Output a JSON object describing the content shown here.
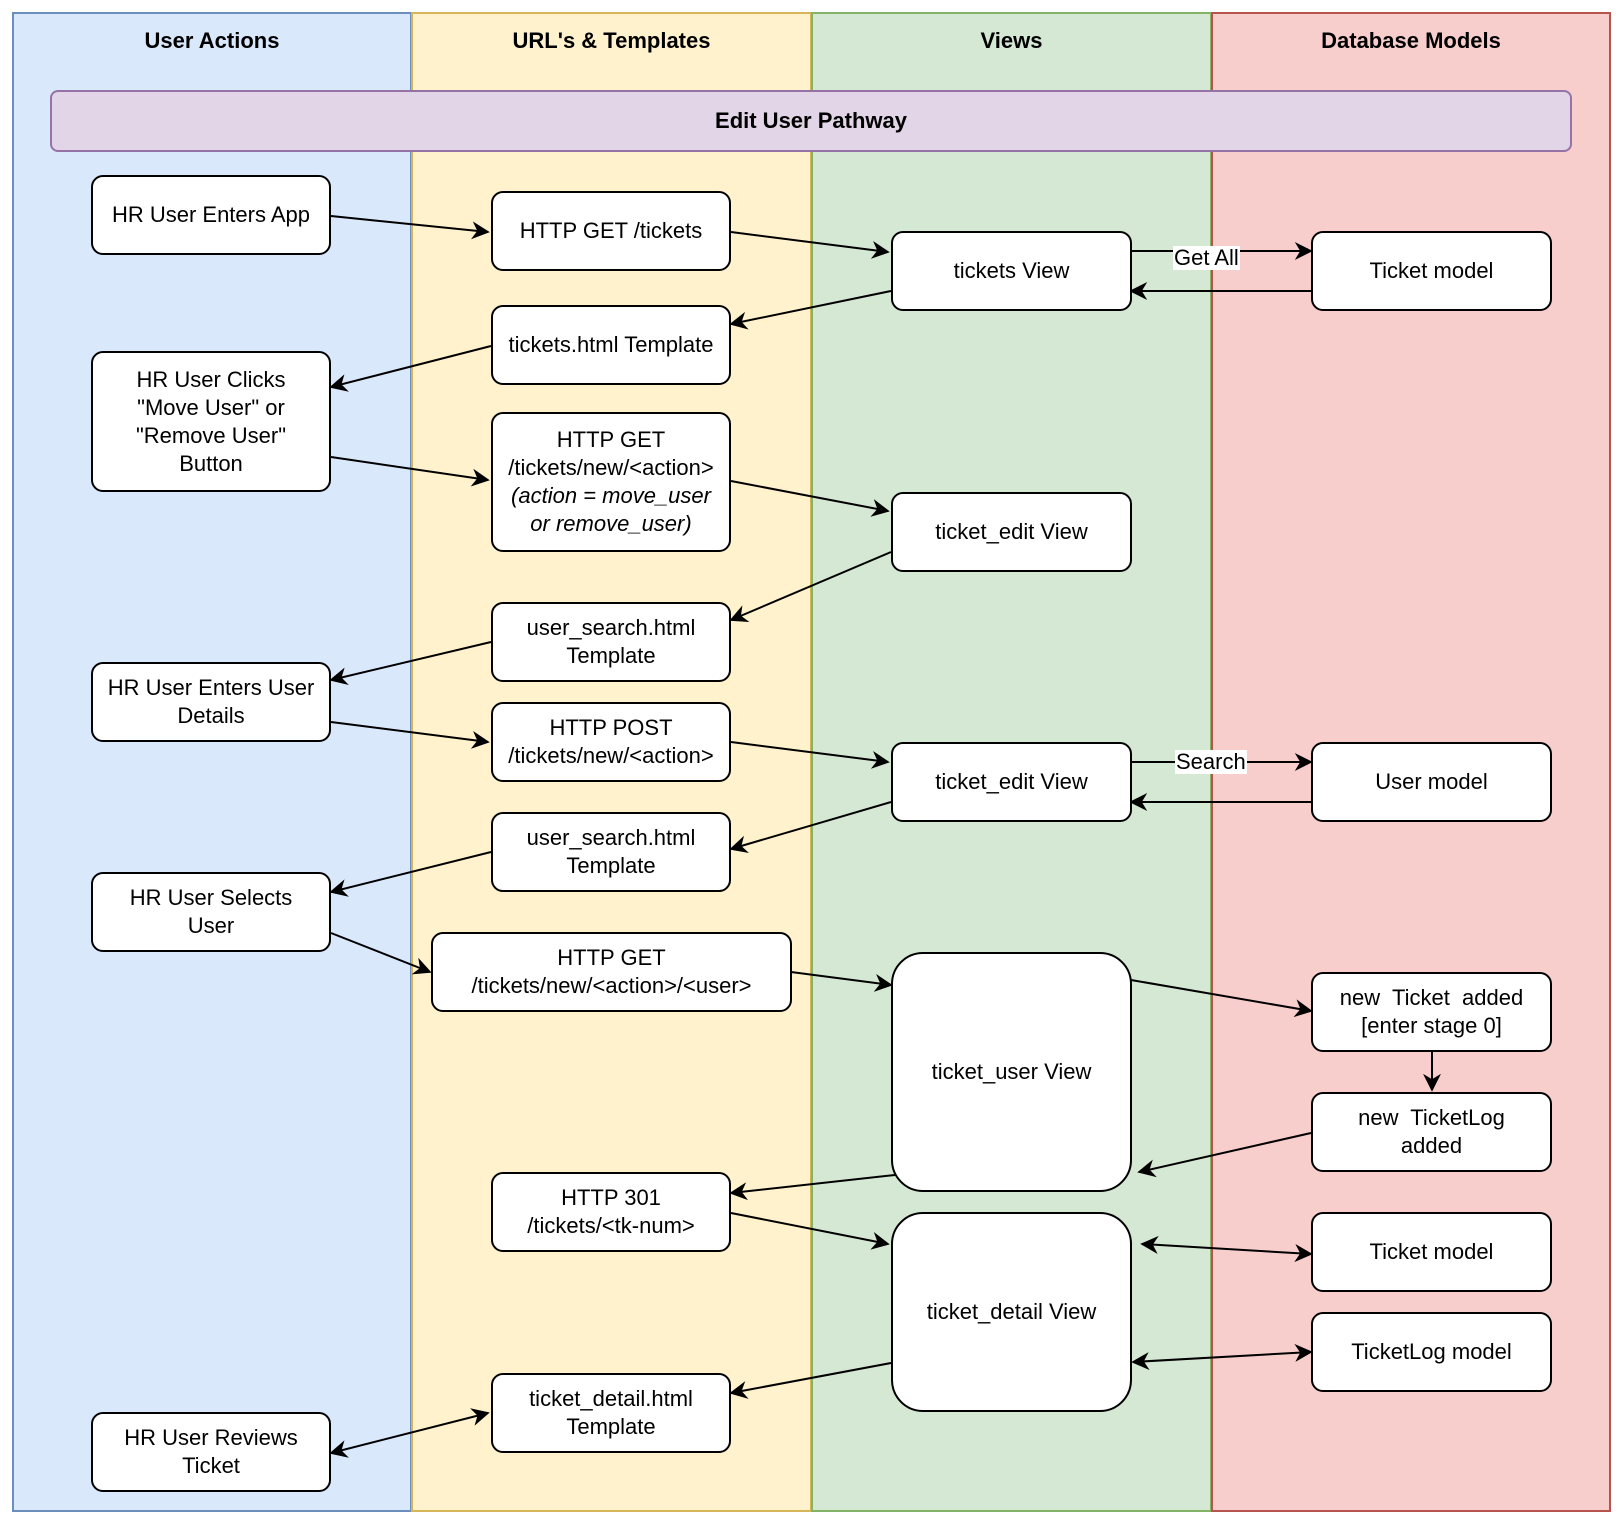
{
  "lanes": {
    "user_actions": "User Actions",
    "urls_templates": "URL's & Templates",
    "views": "Views",
    "database_models": "Database Models"
  },
  "banner": "Edit User Pathway",
  "user_actions": {
    "enters_app": "HR User Enters App",
    "clicks_button": [
      "HR User Clicks",
      "\"Move User\" or",
      "\"Remove User\"",
      "Button"
    ],
    "enters_details": [
      "HR User Enters User",
      "Details"
    ],
    "selects_user": [
      "HR User Selects",
      "User"
    ],
    "reviews_ticket": [
      "HR User Reviews",
      "Ticket"
    ]
  },
  "urls": {
    "get_tickets": "HTTP GET /tickets",
    "tickets_template": "tickets.html Template",
    "get_new_action": [
      "HTTP GET",
      "/tickets/new/<action>"
    ],
    "get_new_action_note": [
      "(action = move_user",
      "or remove_user)"
    ],
    "user_search_template_1": [
      "user_search.html",
      "Template"
    ],
    "post_new_action": [
      "HTTP POST",
      "/tickets/new/<action>"
    ],
    "user_search_template_2": [
      "user_search.html",
      "Template"
    ],
    "get_new_action_user": [
      "HTTP GET",
      "/tickets/new/<action>/<user>"
    ],
    "redirect_301": [
      "HTTP 301",
      "/tickets/<tk-num>"
    ],
    "ticket_detail_template": [
      "ticket_detail.html",
      "Template"
    ]
  },
  "views": {
    "tickets_view": "tickets View",
    "ticket_edit_view_1": "ticket_edit View",
    "ticket_edit_view_2": "ticket_edit View",
    "ticket_user_view": "ticket_user View",
    "ticket_detail_view": "ticket_detail View"
  },
  "models": {
    "ticket_model_1": "Ticket model",
    "user_model": "User model",
    "new_ticket_added": [
      "new  Ticket  added",
      "[enter stage 0]"
    ],
    "new_ticketlog_added": [
      "new  TicketLog",
      "added"
    ],
    "ticket_model_2": "Ticket model",
    "ticketlog_model": "TicketLog model"
  },
  "edge_labels": {
    "get_all": "Get All",
    "search": "Search"
  },
  "colors": {
    "user_actions_fill": "#dae8fc",
    "user_actions_stroke": "#6c8ebf",
    "urls_fill": "#fff2cc",
    "urls_stroke": "#d6b656",
    "views_fill": "#d5e8d4",
    "views_stroke": "#82b366",
    "models_fill": "#f8cecc",
    "models_stroke": "#b85450",
    "banner_fill": "#e1d5e7",
    "banner_stroke": "#9673a6"
  }
}
